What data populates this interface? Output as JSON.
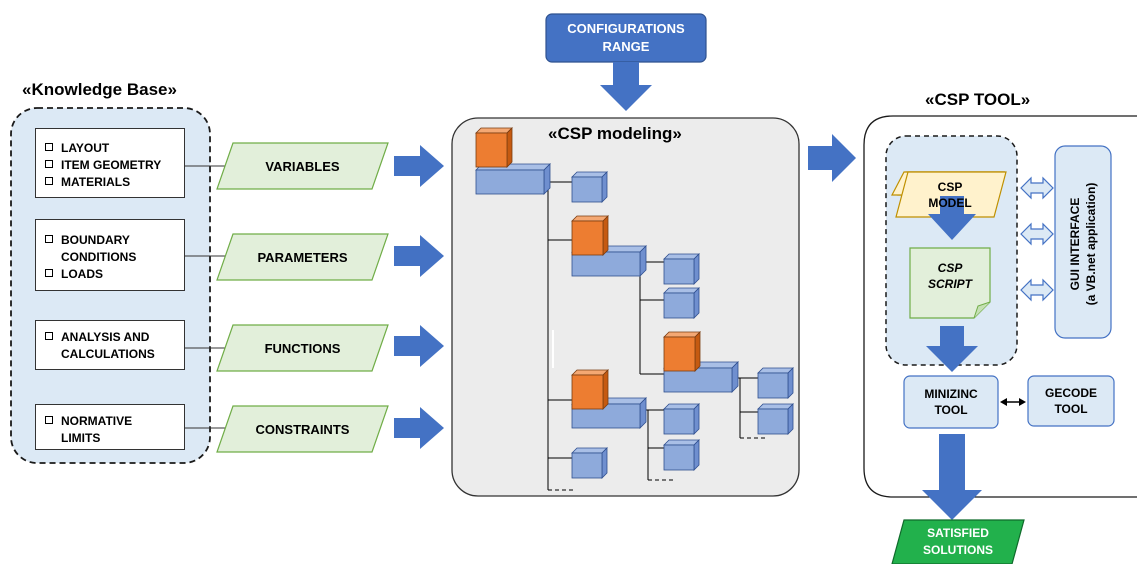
{
  "knowledge_base": {
    "title": "«Knowledge Base»",
    "boxes": [
      {
        "items": [
          "LAYOUT",
          "ITEM GEOMETRY",
          "MATERIALS"
        ]
      },
      {
        "items": [
          "BOUNDARY CONDITIONS",
          "LOADS"
        ]
      },
      {
        "items": [
          "ANALYSIS AND CALCULATIONS"
        ]
      },
      {
        "items": [
          "NORMATIVE LIMITS"
        ]
      }
    ]
  },
  "csp_elements": [
    "VARIABLES",
    "PARAMETERS",
    "FUNCTIONS",
    "CONSTRAINTS"
  ],
  "configurations_range": {
    "line1": "CONFIGURATIONS",
    "line2": "RANGE"
  },
  "csp_modeling": {
    "title": "«CSP modeling»"
  },
  "csp_tool": {
    "title": "«CSP TOOL»",
    "model": {
      "line1": "CSP",
      "line2": "MODEL"
    },
    "script": {
      "line1": "CSP",
      "line2": "SCRIPT"
    },
    "gui": {
      "line1": "GUI INTERFACE",
      "line2": "(a VB.net application)"
    },
    "minizinc": {
      "line1": "MINIZINC",
      "line2": "TOOL"
    },
    "gecode": {
      "line1": "GECODE",
      "line2": "TOOL"
    }
  },
  "output": {
    "line1": "SATISFIED",
    "line2": "SOLUTIONS"
  },
  "colors": {
    "arrow_blue": "#4472c4",
    "light_blue": "#dce9f5",
    "box_blue": "#8eaadb",
    "cube_orange": "#ed7d31",
    "light_green": "#e2efda",
    "light_yellow": "#fff2cc",
    "bright_green": "#22b14c",
    "gray_panel": "#ececec"
  }
}
